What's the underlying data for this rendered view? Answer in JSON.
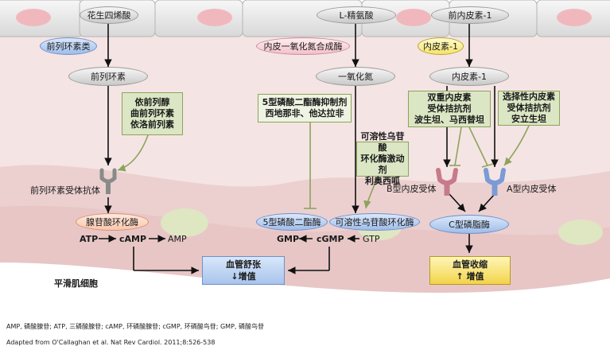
{
  "precursors": {
    "arachidonic_acid": "花生四烯酸",
    "l_arginine": "L-精氨酸",
    "pre_endothelin": "前内皮素-1"
  },
  "enzymes": {
    "prostacyclin_synth": "前列环素类",
    "nos": "内皮一氧化氮合成酶",
    "endothelin1_tag": "内皮素-1"
  },
  "mediators": {
    "prostacyclin": "前列环素",
    "nitric_oxide": "一氧化氮",
    "endothelin1": "内皮素-1"
  },
  "drugs": {
    "prostanoids": [
      "依前列醇",
      "曲前列环素",
      "依洛前列素"
    ],
    "pde5_inhib": [
      "5型磷酸二酯酶抑制剂",
      "西地那非、他达拉非"
    ],
    "sgc_stim": [
      "可溶性乌苷酸",
      "环化酶激动剂",
      "利奥西呱"
    ],
    "dual_era": [
      "双重内皮素",
      "受体拮抗剂",
      "波生坦、马西替坦"
    ],
    "selective_era": [
      "选择性内皮素",
      "受体拮抗剂",
      "安立生坦"
    ]
  },
  "receptors": {
    "prostacyclin_receptor": "前列环素受体抗体",
    "eta": "A型内皮受体",
    "etb": "B型内皮受体"
  },
  "pathway": {
    "adenylate_cyclase": "腺苷酸环化酶",
    "pde5": "5型磷酸二酯酶",
    "sgc": "可溶性乌苷酸环化酶",
    "plc": "C型磷脂酶",
    "atp": "ATP",
    "camp": "cAMP",
    "amp": "AMP",
    "gmp": "GMP",
    "cgmp": "cGMP",
    "gtp": "GTP"
  },
  "outcomes": {
    "vasodilation": "血管舒张",
    "vasodilation_sub": "↓增值",
    "vasoconstriction": "血管收缩",
    "vasoconstriction_sub": "↑ 增值"
  },
  "smooth_muscle_label": "平滑肌细胞",
  "footnote": {
    "abbrev": "AMP, 磷酸腺苷; ATP, 三磷酸腺苷; cAMP, 环磷酸腺苷; cGMP, 环磷酸鸟苷; GMP, 磷酸鸟苷",
    "source": "Adapted from O'Callaghan et al. Nat Rev Cardiol. 2011;8:526-538"
  },
  "colors": {
    "cell_pink": "#ecd2d2",
    "nucleus_green": "#dfe6c2",
    "drug_box": "#dbe6c4",
    "drug_border": "#8ea35a",
    "blue_accent": "#6e8fc9",
    "yellow_accent": "#f3d34a"
  }
}
